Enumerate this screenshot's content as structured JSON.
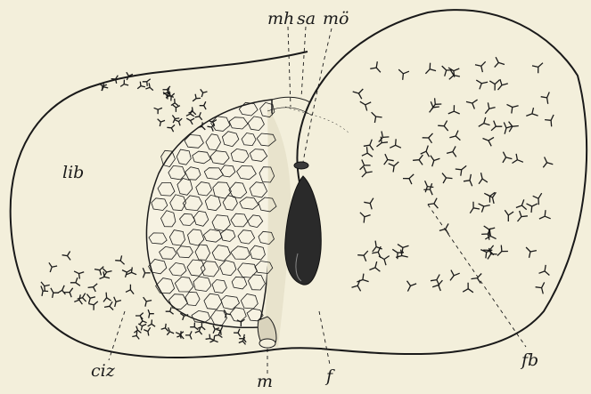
{
  "figure": {
    "background_color": "#f3efdb",
    "ink_color": "#1a1a1a",
    "labels": {
      "mh": "mh",
      "sa": "sa",
      "mo": "mö",
      "lib": "lib",
      "ciz": "ciz",
      "m": "m",
      "f": "f",
      "fb": "fb"
    }
  }
}
